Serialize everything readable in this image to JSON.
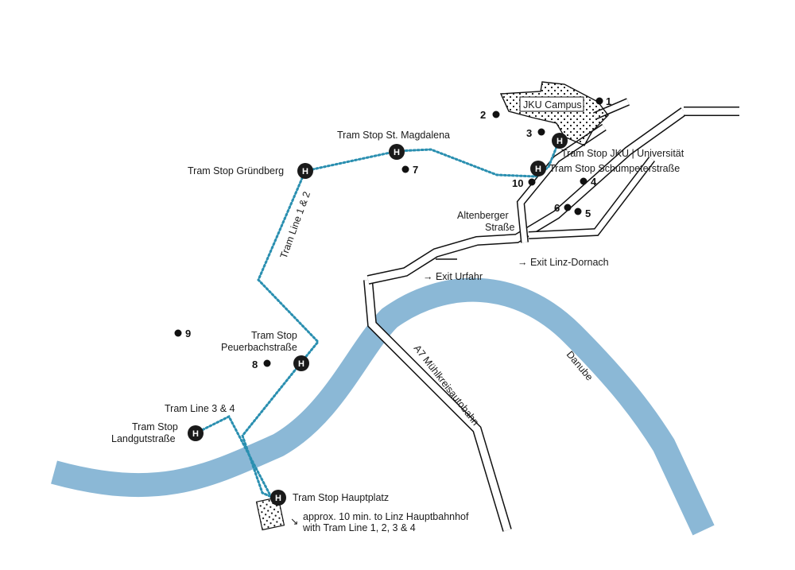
{
  "colors": {
    "river": "#8bb8d6",
    "tram": "#2a8fb0",
    "road": "#111111",
    "stop": "#1a1a1a"
  },
  "icons": {
    "tram_stop": "H-circle-icon",
    "poi": "dot-icon",
    "arrow": "arrow-right-icon"
  },
  "campus": "JKU Campus",
  "danube": "Danube",
  "highway": "A7 Mühlkreisautobahn",
  "tram_lines": {
    "line_1_2": "Tram Line 1 & 2",
    "line_3_4": "Tram Line 3 & 4"
  },
  "stop_marker": "H",
  "stops": {
    "jku": "Tram Stop JKU | Universität",
    "schumpeter": "Tram Stop Schumpeterstraße",
    "magdalena": "Tram Stop St. Magdalena",
    "gruendberg": "Tram Stop Gründberg",
    "peuerbach_1": "Tram Stop",
    "peuerbach_2": "Peuerbachstraße",
    "landgut_1": "Tram Stop",
    "landgut_2": "Landgutstraße",
    "hauptplatz": "Tram Stop Hauptplatz"
  },
  "roads": {
    "altenberger_1": "Altenberger",
    "altenberger_2": "Straße"
  },
  "exits": {
    "urfahr": "→ Exit Urfahr",
    "dornach": "→ Exit Linz-Dornach"
  },
  "note": {
    "line1": "approx. 10 min. to Linz Hauptbahnhof",
    "line2": "with Tram Line 1, 2, 3 & 4"
  },
  "note_arrow": "↘",
  "points": [
    "1",
    "2",
    "3",
    "4",
    "5",
    "6",
    "7",
    "8",
    "9",
    "10"
  ]
}
